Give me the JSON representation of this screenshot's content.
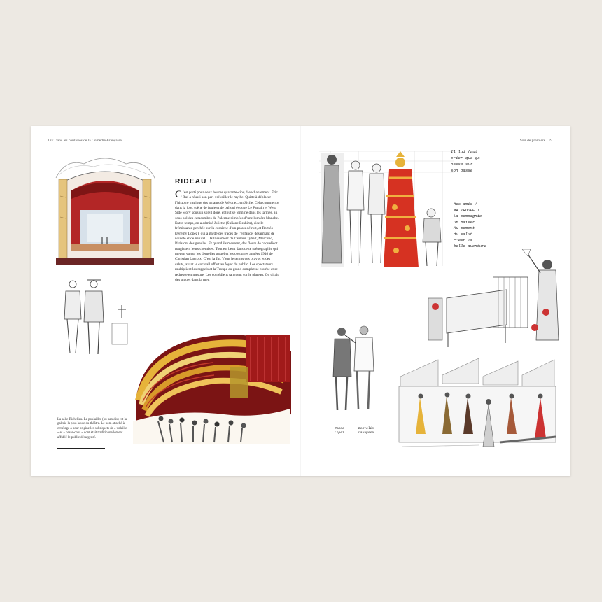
{
  "left_page": {
    "folio": "18 / Dans les coulisses de la Comédie-Française",
    "heading": "RIDEAU !",
    "dropcap": "C",
    "body": "’est parti pour deux heures quarante-cinq d’enchantement. Éric Ruf a réussi son pari : réveiller le mythe. Quitte à déplacer l’histoire tragique des amants de Vérone... en Sicile. Cela commence dans la joie, scène de foule et de bal qui évoque Le Parrain et West Side Story sous un soleil doré, et tout se termine dans les larmes, au sous-sol des catacombes de Palerme nimbées d’une lumière blanche. Entre-temps, on a admiré Juliette (Suliane Brahim), ciselle frémissante perchée sur la corniche d’un palais détruit, et Roméo (Jérémy Lopez), qui a gardé des traces de l’enfance, désarmant de naïveté et de naturel... Jaillissement de l’amour Tybalt, Mercutio, Pâris ont des gueules. Et quand ils meurent, des fleurs de coquelicot rougissent leurs chemises. Tout est beau dans cette scénographie qui met en valeur les dentelles pastel et les costumes années 1940 de Christian Lacroix. C’est la fin. Vient le temps des bravos et des saluts, avant le cocktail offert au foyer du public. Les spectateurs multiplient les rappels et la Troupe au grand complet se courbe et se redresse en mesure. Les comédiens tanguent sur le plateau. On dirait des algues dans la mer.",
    "caption": "La salle Richelieu. Le poulailler (ou paradis) est la galerie la plus haute du théâtre. Le nom attaché à cet étage a pour origine les sobriquets de « volaille » et « basse-cour » dont était traditionnellement affublé le public désargenté."
  },
  "right_page": {
    "folio": "Soir de première / 19",
    "sketch_notes": {
      "top": [
        "Il lui faut",
        "crier que ça",
        "passe sur",
        "son passé"
      ],
      "middle": [
        "Mes amis !",
        "MA TROUPE !",
        "La compagnie",
        "Un baiser",
        "Au moment",
        "du salut",
        "c’est la",
        "belle aventure"
      ],
      "names": [
        "Romeo",
        "Lopez",
        "Benvolio",
        "Lavaysse"
      ]
    }
  },
  "colors": {
    "page_bg": "#ede9e3",
    "paper": "#ffffff",
    "theatre_red": "#b32626",
    "gold": "#e6b33a"
  }
}
